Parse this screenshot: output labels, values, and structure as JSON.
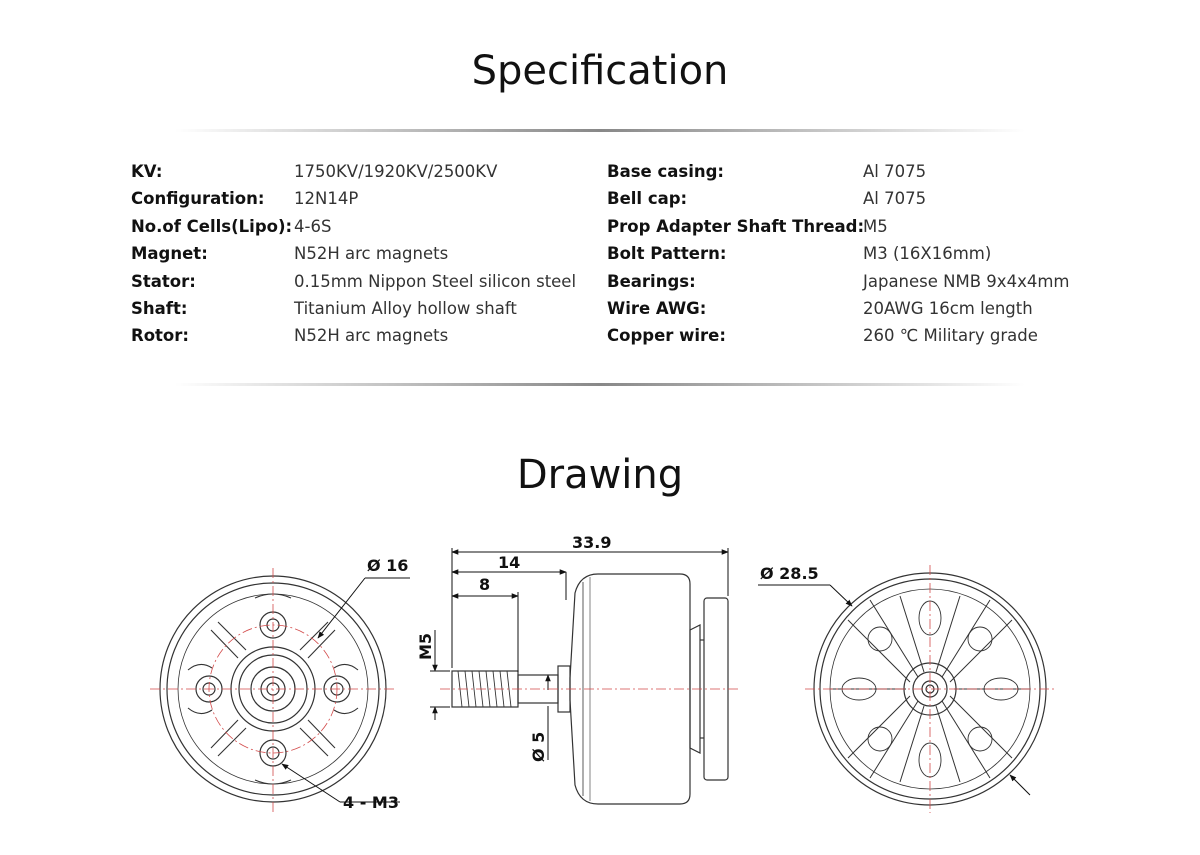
{
  "specification": {
    "title": "Specification",
    "left": [
      {
        "label": "KV:",
        "value": "1750KV/1920KV/2500KV"
      },
      {
        "label": "Configuration:",
        "value": "12N14P"
      },
      {
        "label": "No.of Cells(Lipo):",
        "value": "4-6S"
      },
      {
        "label": "Magnet:",
        "value": "N52H arc magnets"
      },
      {
        "label": "Stator:",
        "value": "0.15mm Nippon Steel silicon steel"
      },
      {
        "label": "Shaft:",
        "value": "Titanium Alloy hollow shaft"
      },
      {
        "label": "Rotor:",
        "value": "N52H arc magnets"
      }
    ],
    "right": [
      {
        "label": "Base casing:",
        "value": "Al 7075"
      },
      {
        "label": "Bell cap:",
        "value": "Al 7075"
      },
      {
        "label": "Prop Adapter Shaft Thread:",
        "value": "M5"
      },
      {
        "label": "Bolt Pattern:",
        "value": "M3 (16X16mm)"
      },
      {
        "label": "Bearings:",
        "value": "Japanese NMB 9x4x4mm"
      },
      {
        "label": "Wire AWG:",
        "value": "20AWG 16cm length"
      },
      {
        "label": "Copper wire:",
        "value": "260 ℃ Military grade"
      }
    ]
  },
  "drawing": {
    "title": "Drawing",
    "front_view": {
      "diameter_label": "Ø 16",
      "bolt_label": "4 - M3"
    },
    "side_view": {
      "overall_length": "33.9",
      "length_14": "14",
      "length_8": "8",
      "thread_label": "M5",
      "shaft_diameter_label": "Ø 5"
    },
    "bottom_view": {
      "diameter_label": "Ø 28.5"
    }
  }
}
